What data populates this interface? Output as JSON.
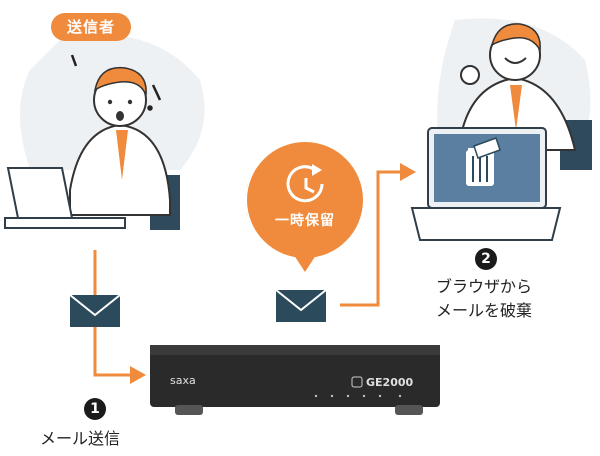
{
  "sender_label": "送信者",
  "hold_label": "一時保留",
  "step1": {
    "number": "1",
    "text": "メール送信"
  },
  "step2": {
    "number": "2",
    "line1": "ブラウザから",
    "line2": "メールを破棄"
  },
  "device": {
    "brand": "saxa",
    "model": "GE2000"
  },
  "colors": {
    "accent": "#f08a3c",
    "envelope": "#2b4a5c",
    "device": "#2a2a2a",
    "screen": "#5a7fa0"
  }
}
